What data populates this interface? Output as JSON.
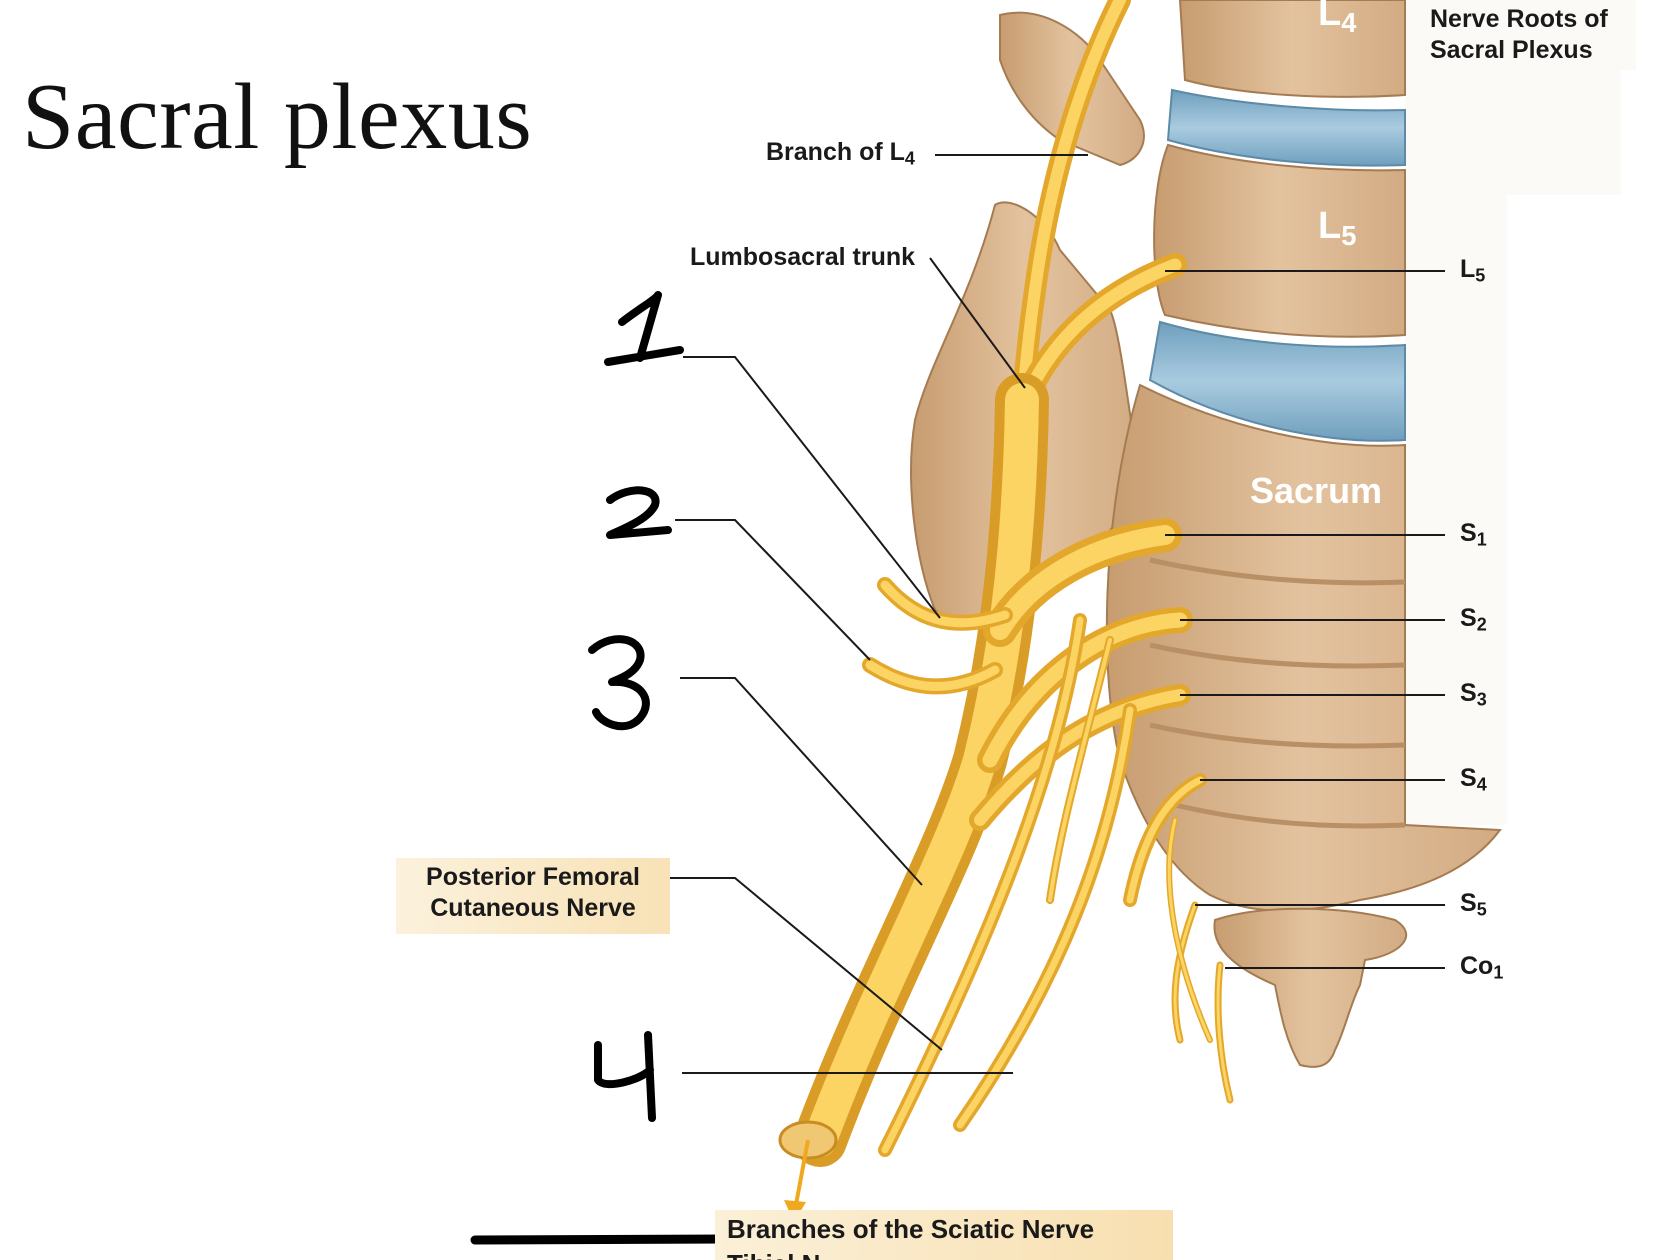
{
  "title": "Sacral plexus",
  "header_box": {
    "line1": "Nerve Roots of",
    "line2": "Sacral Plexus"
  },
  "labels": {
    "branch_l4": "Branch of L",
    "branch_l4_sub": "4",
    "lumbosacral_trunk": "Lumbosacral trunk",
    "vertebra_l4": "L",
    "vertebra_l4_sub": "4",
    "vertebra_l5": "L",
    "vertebra_l5_sub": "5",
    "sacrum": "Sacrum"
  },
  "nerve_roots": [
    {
      "main": "L",
      "sub": "5"
    },
    {
      "main": "S",
      "sub": "1"
    },
    {
      "main": "S",
      "sub": "2"
    },
    {
      "main": "S",
      "sub": "3"
    },
    {
      "main": "S",
      "sub": "4"
    },
    {
      "main": "S",
      "sub": "5"
    },
    {
      "main": "Co",
      "sub": "1"
    }
  ],
  "handwritten_numbers": [
    "1",
    "2",
    "3",
    "4"
  ],
  "posterior_femoral_box": {
    "line1": "Posterior Femoral",
    "line2": "Cutaneous Nerve"
  },
  "sciatic_box": {
    "line1": "Branches of the Sciatic Nerve",
    "line2": "Tibial N..."
  },
  "colors": {
    "nerve": "#f7c542",
    "nerve_dark": "#e0a62a",
    "bone": "#dcb891",
    "bone_dark": "#b88d62",
    "disc": "#8fb7cf",
    "leader": "#1a1a1a"
  }
}
